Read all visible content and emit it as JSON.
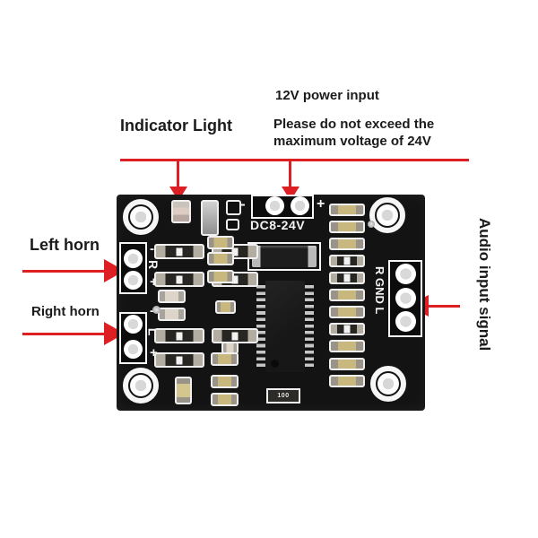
{
  "annotations": {
    "indicator_light": "Indicator Light",
    "power_title": "12V power input",
    "power_warning": [
      "Please do not exceed the",
      "maximum voltage of 24V"
    ],
    "left_horn": "Left horn",
    "right_horn": "Right horn",
    "audio_input": "Audio input signal"
  },
  "board_silkscreen": {
    "dc_rating": "DC8-24V",
    "power_minus": "-",
    "power_plus": "+",
    "right_channel": {
      "minus": "-",
      "label": "R",
      "plus": "+"
    },
    "left_channel": {
      "minus": "-",
      "label": "L",
      "plus": "+"
    },
    "audio_header_label": "R GND L",
    "component_marking": "100"
  },
  "colors": {
    "background": "#ffffff",
    "callout_red": "#dd1f23",
    "annotation_text": "#1b1b1b",
    "pcb_black": "#131313",
    "silkscreen_white": "#f5f5f5"
  }
}
